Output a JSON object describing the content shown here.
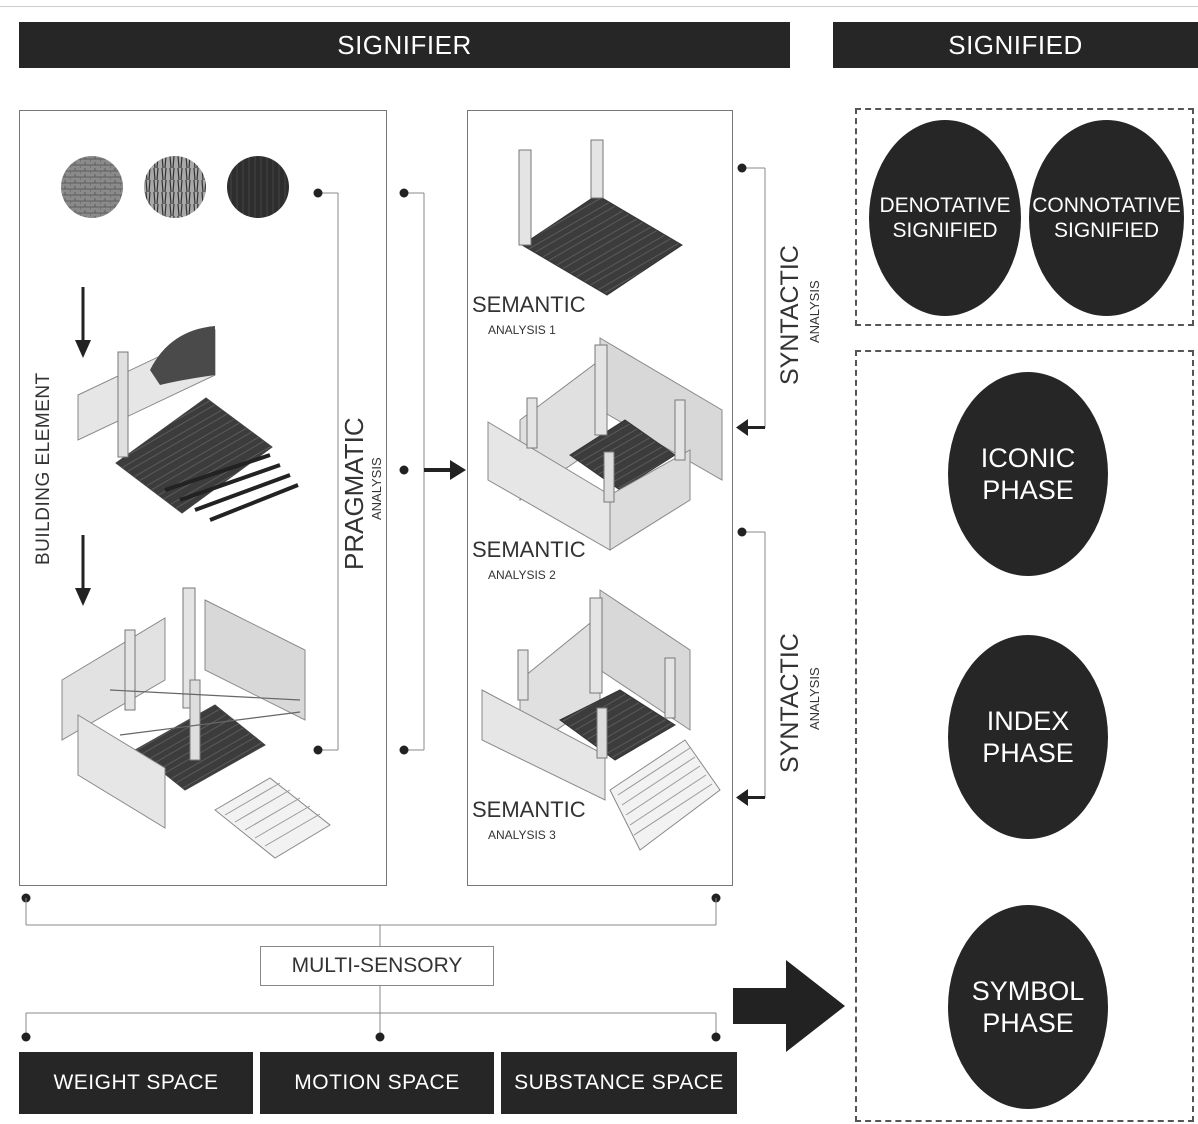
{
  "header": {
    "signifier": "SIGNIFIER",
    "signified": "SIGNIFIED"
  },
  "left_panel": {
    "vertical_label": "BUILDING ELEMENT"
  },
  "pragmatic": {
    "title": "PRAGMATIC",
    "subtitle": "ANALYSIS"
  },
  "semantic": [
    {
      "title": "SEMANTIC",
      "subtitle": "ANALYSIS 1"
    },
    {
      "title": "SEMANTIC",
      "subtitle": "ANALYSIS 2"
    },
    {
      "title": "SEMANTIC",
      "subtitle": "ANALYSIS 3"
    }
  ],
  "syntactic": [
    {
      "title": "SYNTACTIC",
      "subtitle": "ANALYSIS"
    },
    {
      "title": "SYNTACTIC",
      "subtitle": "ANALYSIS"
    }
  ],
  "multi_sensory": "MULTI-SENSORY",
  "spaces": [
    "WEIGHT SPACE",
    "MOTION SPACE",
    "SUBSTANCE SPACE"
  ],
  "signified": {
    "denotative": [
      "DENOTATIVE",
      "SIGNIFIED"
    ],
    "connotative": [
      "CONNOTATIVE",
      "SIGNIFIED"
    ],
    "phases": [
      [
        "ICONIC",
        "PHASE"
      ],
      [
        "INDEX",
        "PHASE"
      ],
      [
        "SYMBOL",
        "PHASE"
      ]
    ]
  },
  "colors": {
    "dark": "#262626",
    "line": "#555555",
    "floor": "#3a3a3a",
    "wall": "#d9d9d9"
  }
}
